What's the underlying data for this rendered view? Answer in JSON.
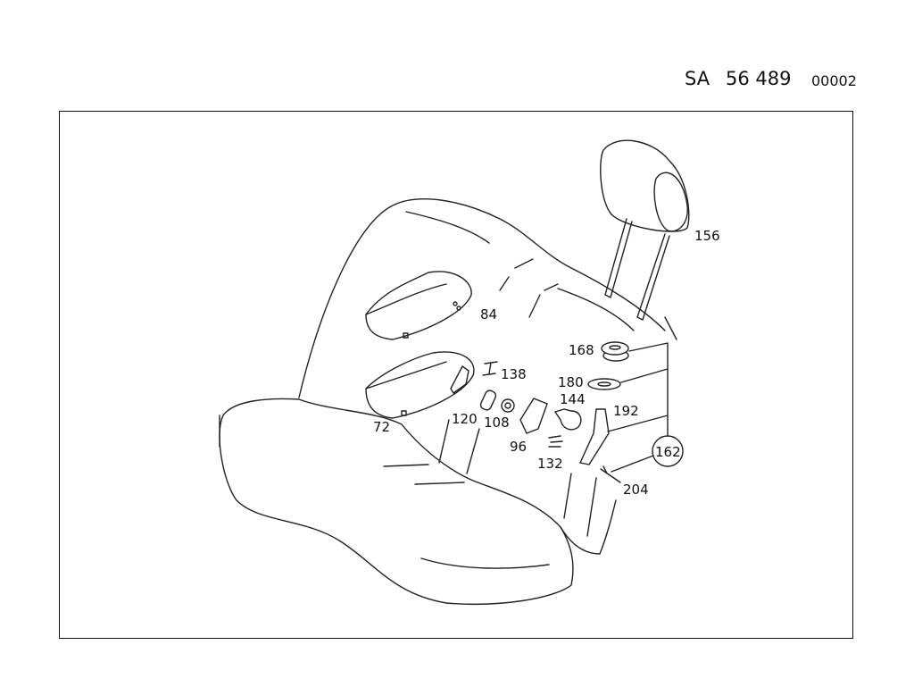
{
  "header": {
    "prefix": "SA",
    "number": "56 489",
    "sheet": "00002"
  },
  "callouts": {
    "l156": "156",
    "l84": "84",
    "l168": "168",
    "l138": "138",
    "l180": "180",
    "l144": "144",
    "l192": "192",
    "l72": "72",
    "l120": "120",
    "l108": "108",
    "l96": "96",
    "l132": "132",
    "l162": "162",
    "l204": "204"
  }
}
